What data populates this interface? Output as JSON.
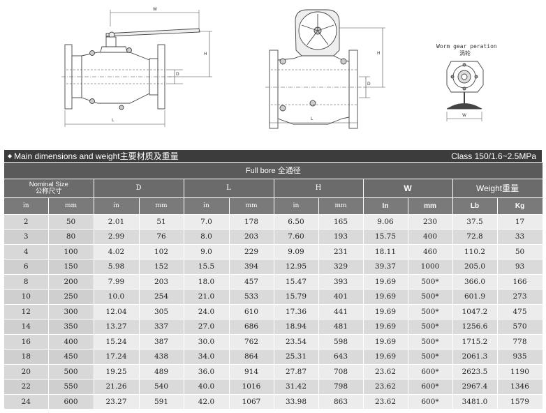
{
  "drawings": {
    "side_view": {
      "dims": {
        "w": "W",
        "h": "H",
        "l": "L",
        "d": "D"
      }
    },
    "gear_view": {
      "dims": {
        "h": "H",
        "l": "L",
        "d": "D"
      }
    },
    "detail_view": {
      "caption_en": "Worm gear peration",
      "caption_cn": "涡轮",
      "dims": {
        "w": "W"
      }
    }
  },
  "title_bar": {
    "left": "Main dimensions and weight主要材质及重量",
    "right": "Class 150/1.6~2.5MPa"
  },
  "table": {
    "full_bore": "Full bore 全通径",
    "groups": {
      "nominal_en": "Nominal Size",
      "nominal_cn": "公称尺寸",
      "d": "D",
      "l": "L",
      "h": "H",
      "w": "W",
      "weight": "Weight重量"
    },
    "units": [
      "in",
      "mm",
      "in",
      "mm",
      "in",
      "mm",
      "in",
      "mm",
      "In",
      "mm",
      "Lb",
      "Kg"
    ],
    "rows": [
      [
        "2",
        "50",
        "2.01",
        "51",
        "7.0",
        "178",
        "6.50",
        "165",
        "9.06",
        "230",
        "37.5",
        "17"
      ],
      [
        "3",
        "80",
        "2.99",
        "76",
        "8.0",
        "203",
        "7.60",
        "193",
        "15.75",
        "400",
        "72.8",
        "33"
      ],
      [
        "4",
        "100",
        "4.02",
        "102",
        "9.0",
        "229",
        "9.09",
        "231",
        "18.11",
        "460",
        "110.2",
        "50"
      ],
      [
        "6",
        "150",
        "5.98",
        "152",
        "15.5",
        "394",
        "12.95",
        "329",
        "39.37",
        "1000",
        "205.0",
        "93"
      ],
      [
        "8",
        "200",
        "7.99",
        "203",
        "18.0",
        "457",
        "15.47",
        "393",
        "19.69",
        "500*",
        "366.0",
        "166"
      ],
      [
        "10",
        "250",
        "10.0",
        "254",
        "21.0",
        "533",
        "15.79",
        "401",
        "19.69",
        "500*",
        "601.9",
        "273"
      ],
      [
        "12",
        "300",
        "12.04",
        "305",
        "24.0",
        "610",
        "17.36",
        "441",
        "19.69",
        "500*",
        "1047.2",
        "475"
      ],
      [
        "14",
        "350",
        "13.27",
        "337",
        "27.0",
        "686",
        "18.94",
        "481",
        "19.69",
        "500*",
        "1256.6",
        "570"
      ],
      [
        "16",
        "400",
        "15.24",
        "387",
        "30.0",
        "762",
        "23.54",
        "598",
        "19.69",
        "500*",
        "1715.2",
        "778"
      ],
      [
        "18",
        "450",
        "17.24",
        "438",
        "34.0",
        "864",
        "25.31",
        "643",
        "19.69",
        "500*",
        "2061.3",
        "935"
      ],
      [
        "20",
        "500",
        "19.25",
        "489",
        "36.0",
        "914",
        "27.87",
        "708",
        "23.62",
        "600*",
        "2623.5",
        "1190"
      ],
      [
        "22",
        "550",
        "21.26",
        "540",
        "40.0",
        "1016",
        "31.42",
        "798",
        "23.62",
        "600*",
        "2967.4",
        "1346"
      ],
      [
        "24",
        "600",
        "23.27",
        "591",
        "42.0",
        "1067",
        "33.98",
        "863",
        "23.62",
        "600*",
        "3481.0",
        "1579"
      ]
    ]
  }
}
